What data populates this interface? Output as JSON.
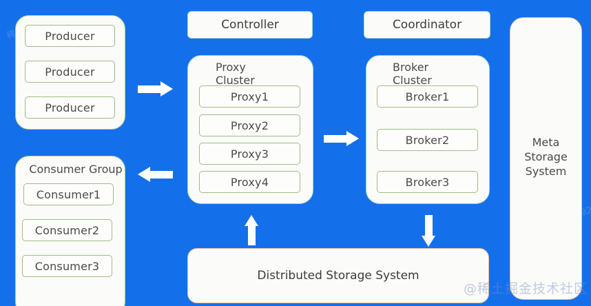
{
  "diagram": {
    "background_color": "#1470ea",
    "producer_group": {
      "items": [
        {
          "label": "Producer"
        },
        {
          "label": "Producer"
        },
        {
          "label": "Producer"
        }
      ]
    },
    "consumer_group": {
      "title": "Consumer Group",
      "items": [
        {
          "label": "Consumer1"
        },
        {
          "label": "Consumer2"
        },
        {
          "label": "Consumer3"
        }
      ]
    },
    "controller": {
      "label": "Controller"
    },
    "coordinator": {
      "label": "Coordinator"
    },
    "proxy_cluster": {
      "title": "Proxy\nCluster",
      "items": [
        {
          "label": "Proxy1"
        },
        {
          "label": "Proxy2"
        },
        {
          "label": "Proxy3"
        },
        {
          "label": "Proxy4"
        }
      ]
    },
    "broker_cluster": {
      "title": "Broker\nCluster",
      "items": [
        {
          "label": "Broker1"
        },
        {
          "label": "Broker2"
        },
        {
          "label": "Broker3"
        }
      ]
    },
    "meta_storage": {
      "label": "Meta\nStorage\nSystem"
    },
    "distributed_storage": {
      "label": "Distributed Storage System"
    },
    "arrows": [
      {
        "name": "producer-to-proxy",
        "direction": "right"
      },
      {
        "name": "proxy-to-broker",
        "direction": "right"
      },
      {
        "name": "proxy-to-consumer",
        "direction": "left"
      },
      {
        "name": "storage-to-proxy",
        "direction": "up"
      },
      {
        "name": "broker-to-storage",
        "direction": "down"
      }
    ],
    "watermarks": {
      "brand": "@稀土掘金技术社区",
      "tile": "稀客所 9271"
    },
    "colors": {
      "background": "#1470ea",
      "panel_fill": "#fbfbf9",
      "item_border": "#9ebd84",
      "teal_border": "#9fd6cf",
      "orange_border": "#e8c09a",
      "text": "#4a4a4a"
    }
  }
}
